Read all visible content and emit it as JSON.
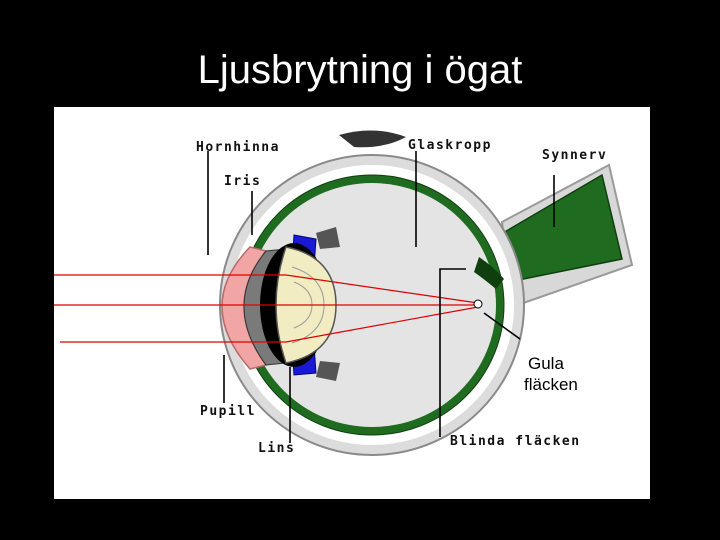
{
  "title": "Ljusbrytning i ögat",
  "labels": {
    "hornhinna": "Hornhinna",
    "iris": "Iris",
    "glaskropp": "Glaskropp",
    "synnerv": "Synnerv",
    "gula_line1": "Gula",
    "gula_line2": "fläcken",
    "pupill": "Pupill",
    "lins": "Lins",
    "blinda": "Blinda fläcken"
  },
  "colors": {
    "background": "#000000",
    "diagram_bg": "#ffffff",
    "retina_green": "#1f6b1f",
    "cornea_pink": "#f2a5a5",
    "iris_blue": "#1a1ad6",
    "lens_cream": "#f2ecc2",
    "light_ray": "#e00000"
  }
}
